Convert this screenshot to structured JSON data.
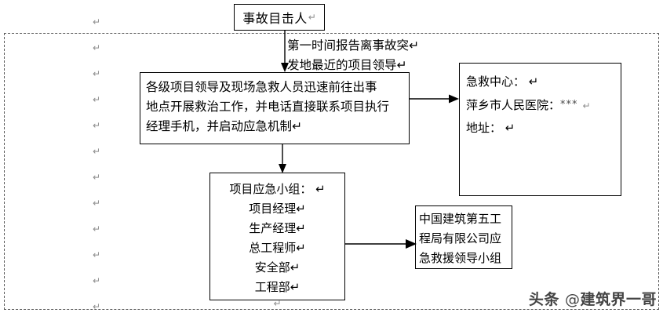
{
  "document": {
    "type": "emergency-response-flowchart",
    "boundary_style": "dashed text boundary",
    "paragraph_mark": "↵"
  },
  "nodes": {
    "witness": {
      "label": "事故目击人",
      "mark": "↵"
    },
    "report_caption": {
      "text": "第一时间报告离事故突↵\n发地最近的项目领导↵"
    },
    "action": {
      "text": "各级项目领导及现场急救人员迅速前往出事\n地点开展救治工作，并电话直接联系项目执行\n经理手机，并启动应急机制↵"
    },
    "hospital": {
      "line1": "急救中心： ↵",
      "line2_label": "萍乡市人民医院：",
      "line2_value": "***",
      "line2_mark": "↵",
      "line3": "地址： ↵"
    },
    "team": {
      "title": "项目应急小组： ↵",
      "members": [
        "项目经理↵",
        "生产经理↵",
        "总工程师↵",
        "安全部↵",
        "工程部↵"
      ],
      "trailing_mark": "↵"
    },
    "cscec": {
      "text": "中国建筑第五工\n程局有限公司应\n急救援领导小组"
    }
  },
  "connectors": [
    {
      "name": "witness-to-action",
      "from": "witness",
      "to": "action",
      "direction": "down"
    },
    {
      "name": "action-to-hospital",
      "from": "action",
      "to": "hospital",
      "direction": "right"
    },
    {
      "name": "action-to-team",
      "from": "action",
      "to": "team",
      "direction": "down"
    },
    {
      "name": "team-to-cscec",
      "from": "team",
      "to": "cscec",
      "direction": "right"
    }
  ],
  "margin_marks": {
    "glyph": "↵",
    "count": 12
  },
  "watermark": {
    "platform": "头条",
    "at": "@",
    "handle": "建筑界一哥"
  },
  "colors": {
    "ink": "#000000",
    "boundary": "#5a5a5a",
    "pilcrow": "#8d8d8d",
    "watermark": "#2b2b2b"
  }
}
